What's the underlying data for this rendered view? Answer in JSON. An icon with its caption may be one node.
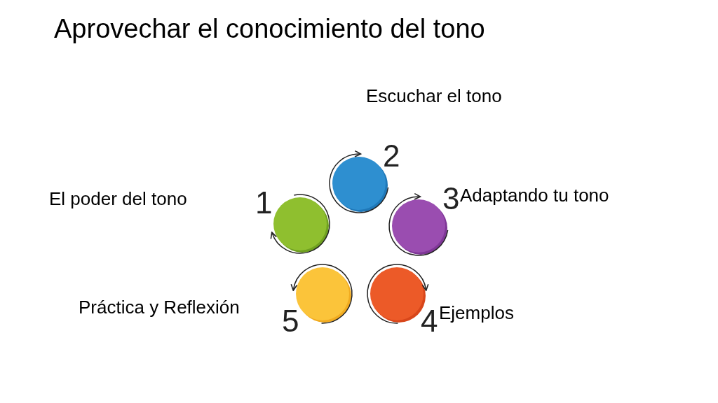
{
  "diagram": {
    "title": "Aprovechar el conocimiento del tono",
    "nodes": [
      {
        "text": [
          "1"
        ]
      },
      {
        "text": [
          "2"
        ]
      },
      {
        "text": [
          "3"
        ]
      },
      {
        "text": [
          "4"
        ]
      },
      {
        "text": [
          "5"
        ]
      }
    ],
    "labels": [
      "Escuchar el tono",
      "El poder del tono",
      "Adaptando tu tono",
      "Práctica y Reflexión",
      "Ejemplos"
    ]
  }
}
